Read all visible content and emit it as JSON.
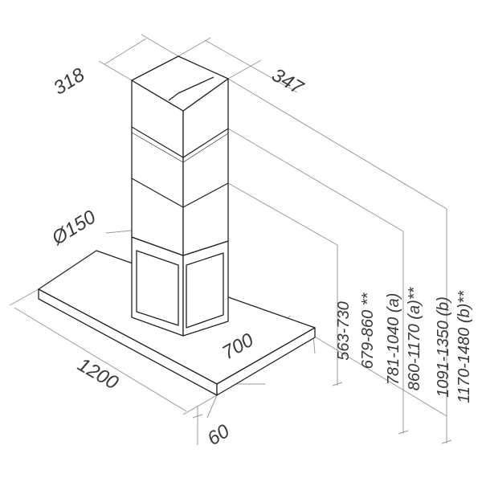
{
  "colors": {
    "line": "#222222",
    "dimension": "#9a9a9a",
    "text": "#3a3a3a",
    "background": "#ffffff"
  },
  "dimensions": {
    "chimney_depth": "318",
    "chimney_width": "347",
    "duct_diameter": "Ø150",
    "canopy_width": "1200",
    "canopy_depth": "700",
    "canopy_thickness": "60",
    "height_1": "563-730",
    "height_2": "679-860 **",
    "height_3": "781-1040 (a)",
    "height_4": "860-1170 (a)**",
    "height_5": "1091-1350 (b)",
    "height_6": "1170-1480 (b)**"
  }
}
